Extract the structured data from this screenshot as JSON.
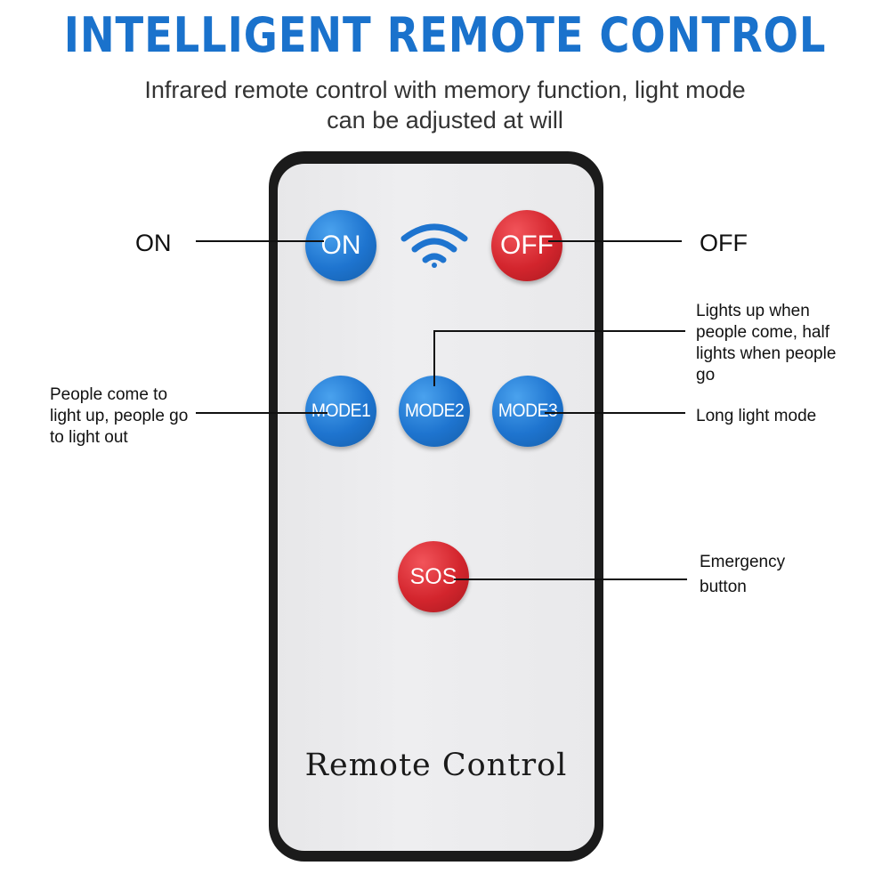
{
  "header": {
    "title": "INTELLIGENT REMOTE CONTROL",
    "subtitle": "Infrared remote control with memory function, light mode can be adjusted at will"
  },
  "remote": {
    "buttons": {
      "on": "ON",
      "off": "OFF",
      "mode1": "MODE1",
      "mode2": "MODE2",
      "mode3": "MODE3",
      "sos": "SOS"
    },
    "label": "Remote Control",
    "signal_icon": "wifi-icon"
  },
  "annotations": {
    "on": "ON",
    "off": "OFF",
    "mode1": "People come to light up, people go to light out",
    "mode2": "Lights up when people come, half lights when people go",
    "mode3": "Long light mode",
    "sos": "Emergency button"
  },
  "colors": {
    "title_blue": "#1a72cc",
    "button_blue": "#1e74cf",
    "button_red": "#d3252d",
    "remote_frame": "#1b1b1b",
    "remote_face": "#ececee"
  }
}
